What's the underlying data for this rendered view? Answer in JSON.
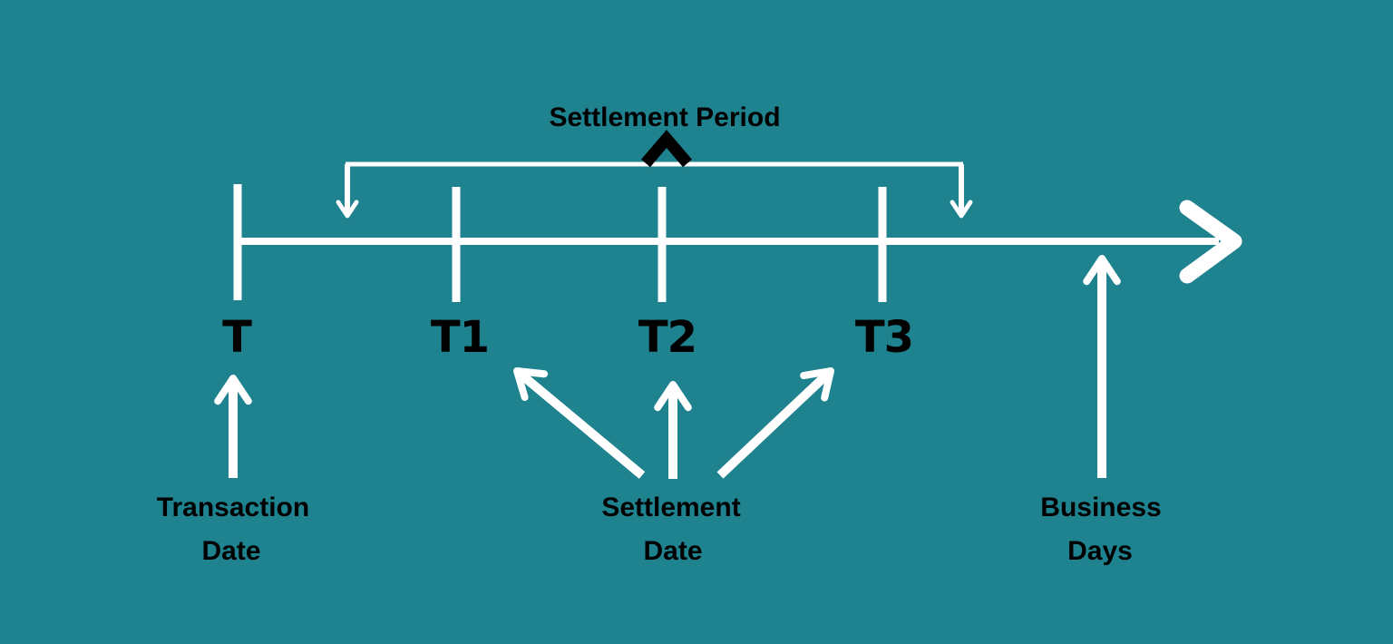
{
  "colors": {
    "background": "#1f828f",
    "line": "#ffffff",
    "text": "#000000"
  },
  "icons": {
    "timeline_arrowhead": "right-chevron-arrow",
    "bracket_ends": "down-arrow",
    "caret": "up-caret",
    "annotation_arrows": "up-arrow"
  },
  "diagram": {
    "title": "Settlement Period",
    "timeline": {
      "ticks": [
        {
          "label": "T"
        },
        {
          "label": "T1"
        },
        {
          "label": "T2"
        },
        {
          "label": "T3"
        }
      ]
    },
    "annotations": {
      "transaction_date": {
        "line1": "Transaction",
        "line2": "Date"
      },
      "settlement_date": {
        "line1": "Settlement",
        "line2": "Date"
      },
      "business_days": {
        "line1": "Business",
        "line2": "Days"
      }
    }
  }
}
